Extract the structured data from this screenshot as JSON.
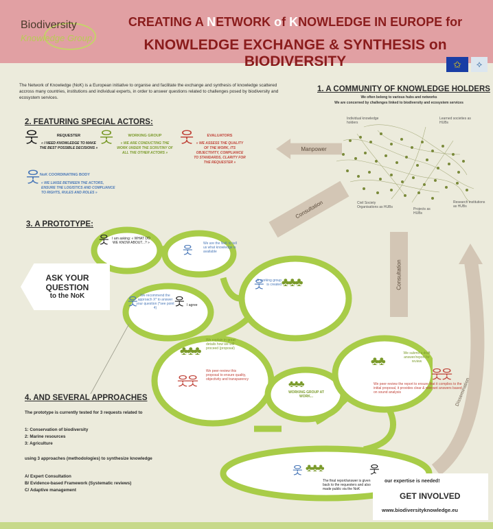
{
  "header": {
    "logo_line1": "Biodiversity",
    "logo_line2": "Knowledge Group",
    "title_line1_parts": [
      "CREATING A ",
      "N",
      "ETWORK ",
      "o",
      "f ",
      "K",
      "NOWLEDGE IN EUROPE for"
    ],
    "title_line2": "KNOWLEDGE EXCHANGE & SYNTHESIS on BIODIVERSITY"
  },
  "intro": "The Network of Knowledge (NoK) is a European initiative to organise and facilitate the exchange and synthesis of knowledge scattered accross many countries, institutions and individual experts, in order to answer questions related to challenges posed by biodiversity and ecosystem services.",
  "section1": {
    "title": "1. A COMMUNITY OF KNOWLEDGE HOLDERS",
    "sub1": "We often belong to various hubs and networks",
    "sub2": "We are concerned by challenges linked to biodiversity and ecosystem services",
    "labels": {
      "individual": "Individual knowledge holders",
      "learned": "Learned societies as HUBs",
      "civil": "Civil Society Organisations as HUBs",
      "projects": "Projects as HUBs",
      "research": "Research institutions as HUBs"
    }
  },
  "section2": {
    "title": "2. FEATURING SPECIAL ACTORS:",
    "requester_title": "REQUESTER",
    "requester_quote": "« I NEED KNOWLEDGE TO MAKE THE BEST POSSIBLE DECISIONS »",
    "working_title": "WORKING GROUP",
    "working_quote": "« WE ARE CONDUCTING THE WORK UNDER THE SCRUTINY OF ALL THE OTHER ACTORS »",
    "evaluators_title": "EVALUATORS",
    "evaluators_quote": "« WE ASSESS THE QUALITY OF THE WORK, ITS OBJECTIVITY, COMPLIANCE TO STANDARDS, CLARITY FOR THE REQUESTER »",
    "nok_title": "NoK COORDINATING BODY",
    "nok_quote": "« WE LIAISE BETWEEN THE ACTORS, ENSURE THE LOGISTICS AND COMPLIANCE TO RIGHTS, RULES AND ROLES »"
  },
  "arrows": {
    "manpower": "Manpower",
    "consultation1": "Consultation",
    "consultation2": "Consultation",
    "dissemination": "Dissemination"
  },
  "section3": {
    "title": "3. A PROTOTYPE:",
    "asking": "I am asking: « WHAT DO WE KNOW ABOUT...? »",
    "nok_tell": "We are the NoK to tell us what knowledge is available",
    "working_group": "A working group is created",
    "recommend": "We recommend the approach X* to answer your question (*see point 4)",
    "agree": "I agree",
    "explain": "We explain in great details how we will proceed (proposal)",
    "peer_review1": "We peer-review this proposal to ensure quality, objectivity and transparency",
    "at_work": "WORKING GROUP AT WORK...",
    "submit": "We submit a draft answer/report for review",
    "peer_review2": "We peer-review the report to ensure that it complies to the initial proposal, it provides clear & relevant answers based on sound analysis",
    "final": "The final report/answer is given back to the requesters and also made public via the NoK"
  },
  "ask": {
    "line1": "ASK YOUR",
    "line2": "QUESTION",
    "line3": "to the NoK"
  },
  "section4": {
    "title": "4. AND SEVERAL  APPROACHES",
    "intro": "The prototype is  currently tested for 3 requests related to",
    "item1": "1: Conservation of biodiversity",
    "item2": "2: Marine resources",
    "item3": "3: Agriculture",
    "using": "using 3 approaches (methodologies) to synthesize knowledge",
    "a": "A/ Expert Consultation",
    "b": "B/ Evidence-based Framework (Systematic reviews)",
    "c": "C/  Adaptive management"
  },
  "involved": {
    "expertise": "our expertise is needed!",
    "get": "GET INVOLVED",
    "website": "www.biodiversityknowledge.eu"
  },
  "colors": {
    "header_bg": "#e1a0a3",
    "title": "#8a1c1c",
    "green": "#9ac43c",
    "blue": "#4a78b8",
    "red": "#c0443a"
  }
}
